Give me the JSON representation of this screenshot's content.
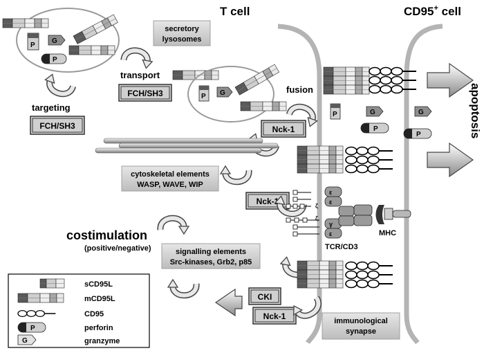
{
  "cells": {
    "t_cell": "T cell",
    "target_cell": "CD95",
    "target_cell_sup": "+",
    "target_cell_suffix": " cell"
  },
  "labels": {
    "secretory_lysosomes_1": "secretory",
    "secretory_lysosomes_2": "lysosomes",
    "transport": "transport",
    "fusion": "fusion",
    "targeting": "targeting",
    "apoptosis": "apoptosis",
    "cytoskeletal_1": "cytoskeletal elements",
    "cytoskeletal_2": "WASP, WAVE, WIP",
    "costimulation": "costimulation",
    "costimulation_sub": "(positive/negative)",
    "signalling_1": "signalling elements",
    "signalling_2": "Src-kinases, Grb2, p85",
    "tcr": "TCR/CD3",
    "mhc": "MHC",
    "immunological_1": "immunological",
    "immunological_2": "synapse"
  },
  "boxes": {
    "fch_sh3": "FCH/SH3",
    "nck1": "Nck-1",
    "cki": "CKI"
  },
  "glyphs": {
    "perforin": "P",
    "granzyme": "G"
  },
  "tcr_chains": {
    "epsilon": "ε",
    "gamma": "γ",
    "zeta": "ζ"
  },
  "legend": {
    "scd95l": "sCD95L",
    "mcd95l": "mCD95L",
    "cd95": "CD95",
    "perforin": "perforin",
    "granzyme": "granzyme"
  },
  "colors": {
    "membrane": "#b4b4b4",
    "box_fill": "#d0d0d0",
    "dark": "#555555",
    "mid": "#9a9a9a",
    "light": "#e2e2e2"
  }
}
